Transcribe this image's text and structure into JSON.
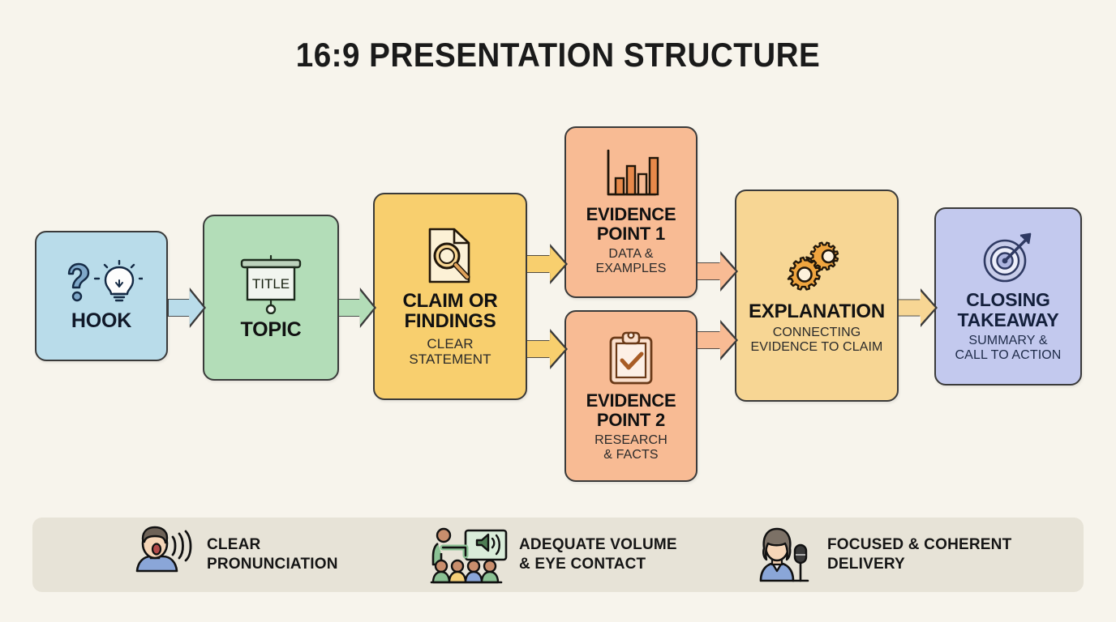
{
  "title": "16:9 PRESENTATION STRUCTURE",
  "flow": {
    "boxes": [
      {
        "id": "hook",
        "label": "HOOK",
        "sub": "",
        "icon": "question-lightbulb-icon",
        "color": "#b9dcea"
      },
      {
        "id": "topic",
        "label": "TOPIC",
        "sub": "",
        "icon": "presentation-screen-icon",
        "color": "#b3ddb8",
        "screen_text": "TITLE"
      },
      {
        "id": "claim",
        "label": "CLAIM OR FINDINGS",
        "sub": "CLEAR STATEMENT",
        "icon": "document-magnifier-icon",
        "color": "#f8cf6e"
      },
      {
        "id": "evidence-1",
        "label": "EVIDENCE POINT 1",
        "sub": "DATA & EXAMPLES",
        "icon": "bar-chart-icon",
        "color": "#f8bb94"
      },
      {
        "id": "evidence-2",
        "label": "EVIDENCE POINT 2",
        "sub": "RESEARCH & FACTS",
        "icon": "clipboard-check-icon",
        "color": "#f8bb94"
      },
      {
        "id": "explanation",
        "label": "EXPLANATION",
        "sub": "CONNECTING EVIDENCE TO CLAIM",
        "icon": "gears-icon",
        "color": "#f7d694"
      },
      {
        "id": "closing",
        "label": "CLOSING TAKEAWAY",
        "sub": "SUMMARY & CALL TO ACTION",
        "icon": "target-arrow-icon",
        "color": "#c3c9ee"
      }
    ],
    "arrows": [
      {
        "id": "hook-to-topic",
        "color": "#b9dcea"
      },
      {
        "id": "topic-to-claim",
        "color": "#b3ddb8"
      },
      {
        "id": "claim-to-evidence-1",
        "color": "#f8cf6e"
      },
      {
        "id": "claim-to-evidence-2",
        "color": "#f8cf6e"
      },
      {
        "id": "evidence-1-to-explanation",
        "color": "#f8bb94"
      },
      {
        "id": "evidence-2-to-explanation",
        "color": "#f8bb94"
      },
      {
        "id": "explanation-to-closing",
        "color": "#f7d694"
      }
    ]
  },
  "footer": {
    "items": [
      {
        "id": "clear-pronunciation",
        "line1": "CLEAR",
        "line2": "PRONUNCIATION",
        "icon": "speaking-person-icon"
      },
      {
        "id": "adequate-volume-eye-contact",
        "line1": "ADEQUATE VOLUME",
        "line2": "& EYE CONTACT",
        "icon": "presenter-audience-speaker-icon"
      },
      {
        "id": "focused-coherent-delivery",
        "line1": "FOCUSED & COHERENT",
        "line2": "DELIVERY",
        "icon": "woman-microphone-icon"
      }
    ]
  },
  "colors": {
    "background": "#f7f4ec",
    "footer_bar": "#e7e3d7",
    "outline": "#3a3a3a",
    "title_text": "#1a1a1a"
  }
}
